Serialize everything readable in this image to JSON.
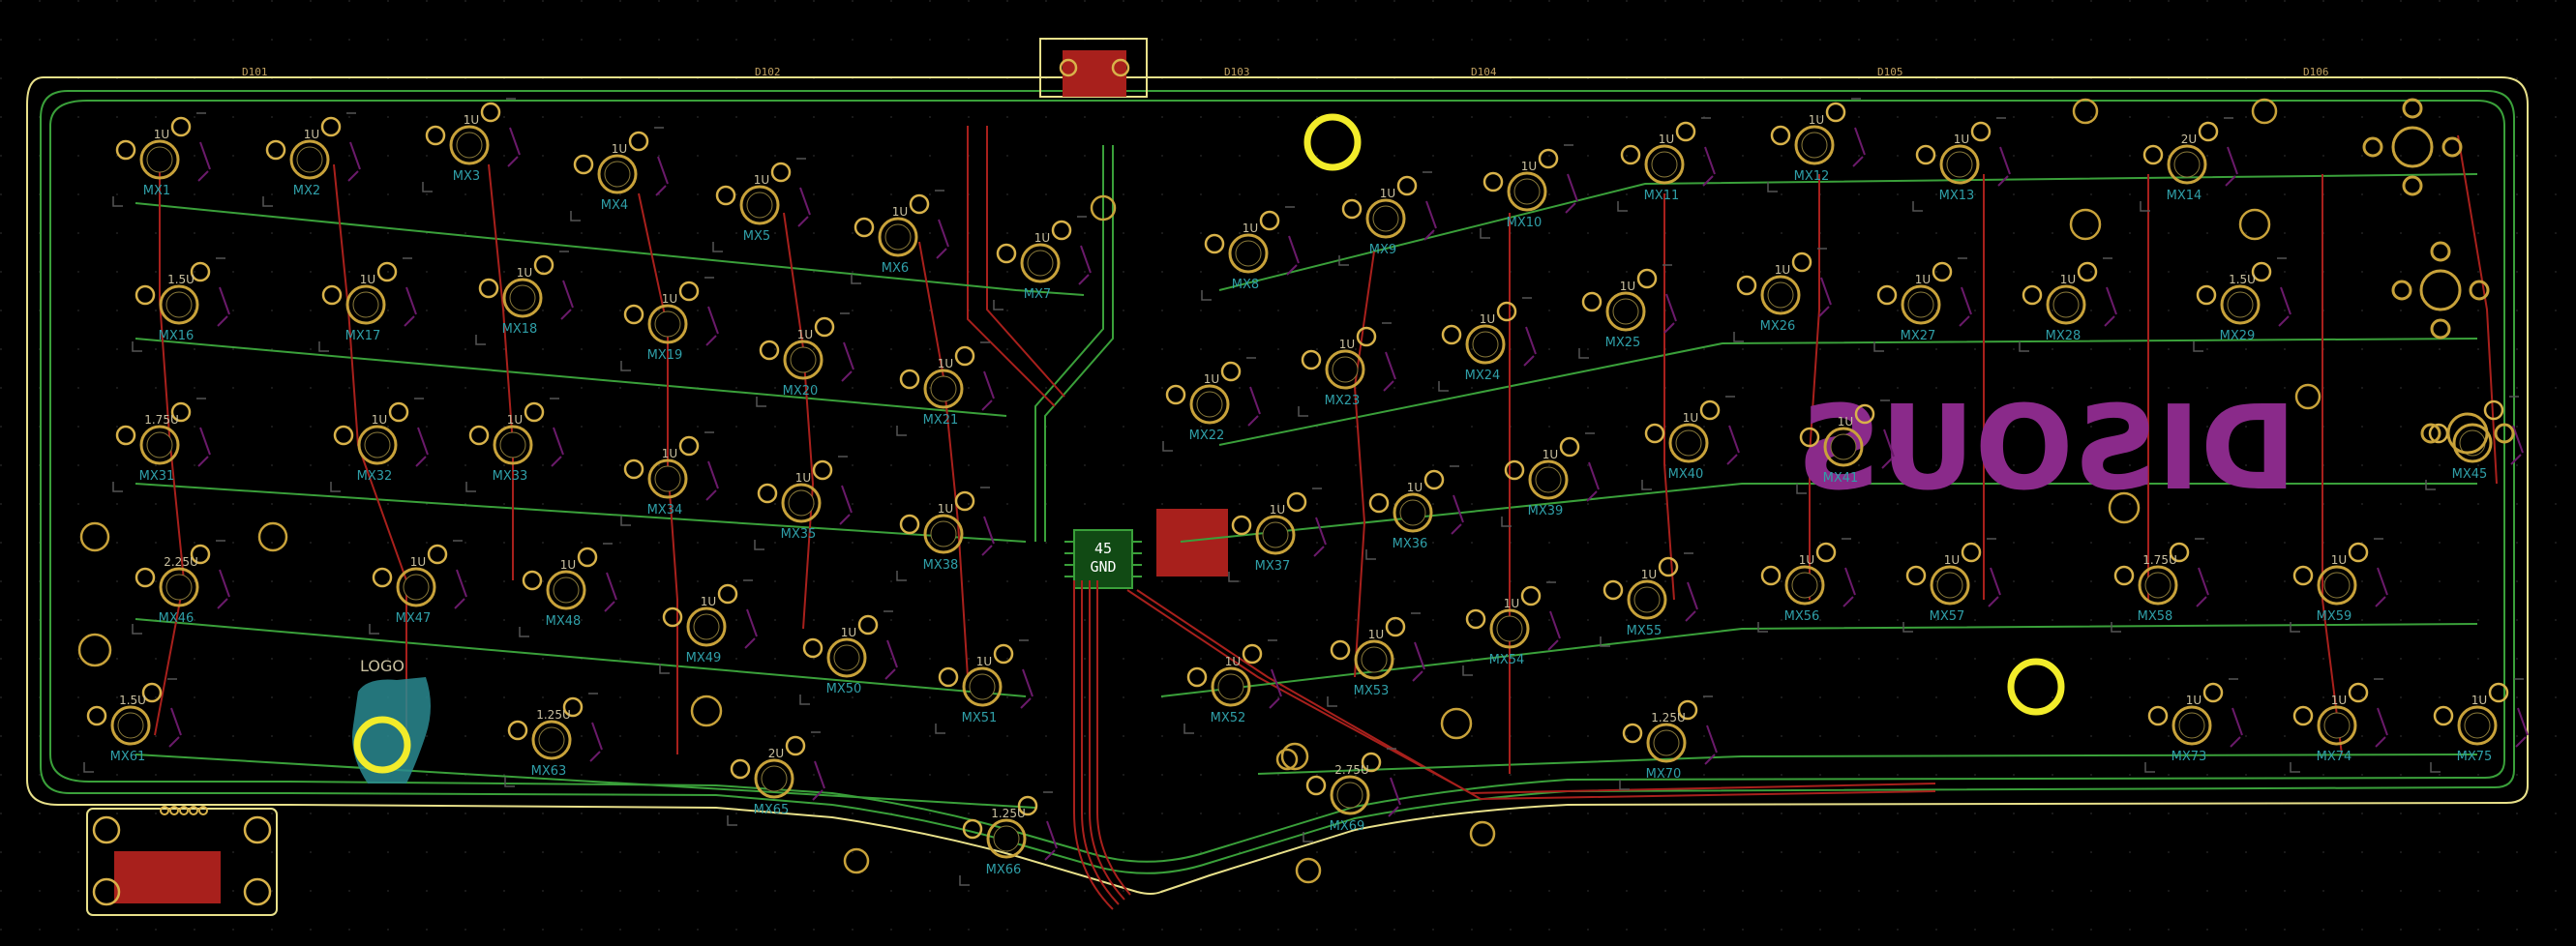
{
  "board": {
    "mirrored_logo_text": "DISOUS",
    "logo_label": "LOGO",
    "mcu_label_1": "45",
    "mcu_label_2": "GND"
  },
  "switches": [
    {
      "id": "MX1",
      "size": "1U"
    },
    {
      "id": "MX2",
      "size": "1U"
    },
    {
      "id": "MX3",
      "size": "1U"
    },
    {
      "id": "MX4",
      "size": "1U"
    },
    {
      "id": "MX5",
      "size": "1U"
    },
    {
      "id": "MX6",
      "size": "1U"
    },
    {
      "id": "MX7",
      "size": "1U"
    },
    {
      "id": "MX8",
      "size": "1U"
    },
    {
      "id": "MX9",
      "size": "1U"
    },
    {
      "id": "MX10",
      "size": "1U"
    },
    {
      "id": "MX11",
      "size": "1U"
    },
    {
      "id": "MX12",
      "size": "1U"
    },
    {
      "id": "MX13",
      "size": "1U"
    },
    {
      "id": "MX14",
      "size": "2U"
    },
    {
      "id": "MX16",
      "size": "1.5U"
    },
    {
      "id": "MX17",
      "size": "1U"
    },
    {
      "id": "MX18",
      "size": "1U"
    },
    {
      "id": "MX19",
      "size": "1U"
    },
    {
      "id": "MX20",
      "size": "1U"
    },
    {
      "id": "MX21",
      "size": "1U"
    },
    {
      "id": "MX22",
      "size": "1U"
    },
    {
      "id": "MX23",
      "size": "1U"
    },
    {
      "id": "MX24",
      "size": "1U"
    },
    {
      "id": "MX25",
      "size": "1U"
    },
    {
      "id": "MX26",
      "size": "1U"
    },
    {
      "id": "MX27",
      "size": "1U"
    },
    {
      "id": "MX28",
      "size": "1U"
    },
    {
      "id": "MX29",
      "size": "1.5U"
    },
    {
      "id": "MX31",
      "size": "1.75U"
    },
    {
      "id": "MX32",
      "size": "1U"
    },
    {
      "id": "MX33",
      "size": "1U"
    },
    {
      "id": "MX34",
      "size": "1U"
    },
    {
      "id": "MX35",
      "size": "1U"
    },
    {
      "id": "MX36",
      "size": "1U"
    },
    {
      "id": "MX37",
      "size": "1U"
    },
    {
      "id": "MX38",
      "size": "1U"
    },
    {
      "id": "MX39",
      "size": "1U"
    },
    {
      "id": "MX40",
      "size": "1U"
    },
    {
      "id": "MX41",
      "size": "1U"
    },
    {
      "id": "MX45",
      "size": ""
    },
    {
      "id": "MX46",
      "size": "2.25U"
    },
    {
      "id": "MX47",
      "size": "1U"
    },
    {
      "id": "MX48",
      "size": "1U"
    },
    {
      "id": "MX49",
      "size": "1U"
    },
    {
      "id": "MX50",
      "size": "1U"
    },
    {
      "id": "MX51",
      "size": "1U"
    },
    {
      "id": "MX52",
      "size": "1U"
    },
    {
      "id": "MX53",
      "size": "1U"
    },
    {
      "id": "MX54",
      "size": "1U"
    },
    {
      "id": "MX55",
      "size": "1U"
    },
    {
      "id": "MX56",
      "size": "1U"
    },
    {
      "id": "MX57",
      "size": "1U"
    },
    {
      "id": "MX58",
      "size": "1.75U"
    },
    {
      "id": "MX59",
      "size": "1U"
    },
    {
      "id": "MX61",
      "size": "1.5U"
    },
    {
      "id": "MX63",
      "size": "1.25U"
    },
    {
      "id": "MX65",
      "size": "2U"
    },
    {
      "id": "MX66",
      "size": "1.25U"
    },
    {
      "id": "MX69",
      "size": "2.75U"
    },
    {
      "id": "MX70",
      "size": "1.25U"
    },
    {
      "id": "MX73",
      "size": "1U"
    },
    {
      "id": "MX74",
      "size": "1U"
    },
    {
      "id": "MX75",
      "size": "1U"
    }
  ],
  "colors": {
    "background": "#000000",
    "edge_cuts": "#e8e08a",
    "front_copper": "#a8201c",
    "back_copper": "#3aa03a",
    "silkscreen_back": "#8a2a8a",
    "mounting_hole": "#f2ec2a",
    "fab_text": "#2f9fa8"
  }
}
